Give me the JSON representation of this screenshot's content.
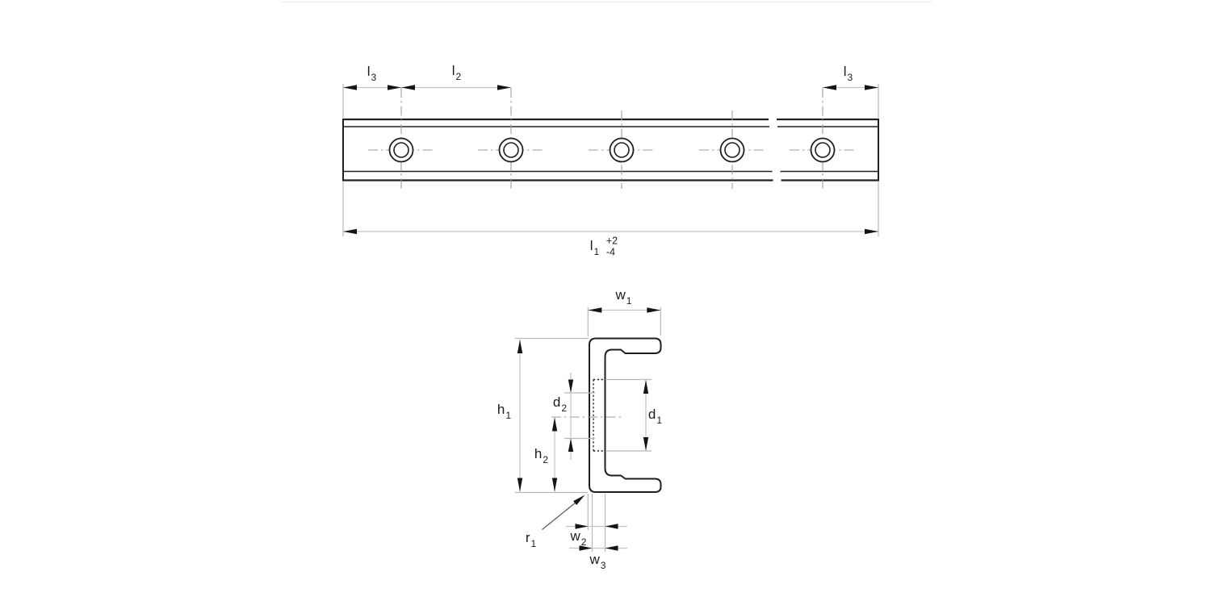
{
  "page": {
    "background": "#ffffff",
    "top_border_color": "#ececec"
  },
  "drawing": {
    "kind": "technical-drawing",
    "description": "Profile guide rail: top view with mounting holes and cross-section view",
    "colors": {
      "outline": "#1f1f1f",
      "dimension_line": "#c3c3c3",
      "extension_line": "#b8b8b8",
      "centerline": "#9e9e9e",
      "arrow": "#151515",
      "hidden_line": "#222222"
    },
    "top_view": {
      "hole_count": 5
    },
    "labels": {
      "l3_left": {
        "base": "l",
        "sub": "3"
      },
      "l2": {
        "base": "l",
        "sub": "2"
      },
      "l3_right": {
        "base": "l",
        "sub": "3"
      },
      "l1": {
        "base": "l",
        "sub": "1",
        "tolerance_plus": "+2",
        "tolerance_minus": "-4"
      },
      "w1": {
        "base": "w",
        "sub": "1"
      },
      "h1": {
        "base": "h",
        "sub": "1"
      },
      "h2": {
        "base": "h",
        "sub": "2"
      },
      "d1": {
        "base": "d",
        "sub": "1"
      },
      "d2": {
        "base": "d",
        "sub": "2"
      },
      "r1": {
        "base": "r",
        "sub": "1"
      },
      "w2": {
        "base": "w",
        "sub": "2"
      },
      "w3": {
        "base": "w",
        "sub": "3"
      }
    }
  }
}
